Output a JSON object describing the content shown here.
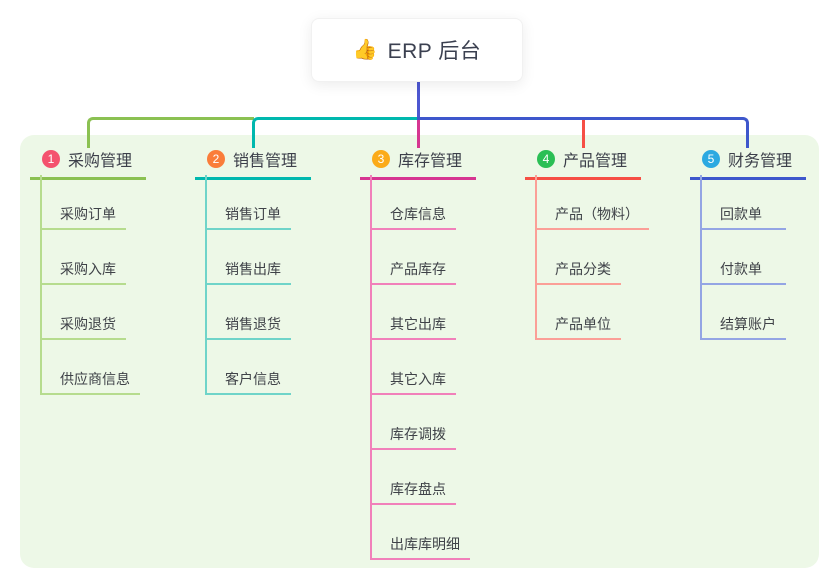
{
  "root": {
    "icon": "👍",
    "title": "ERP 后台"
  },
  "branches": [
    {
      "number": "1",
      "label": "采购管理",
      "badge_color": "#f4526e",
      "line_color": "#8bc152",
      "child_line_color": "#b6dc8e",
      "children": [
        "采购订单",
        "采购入库",
        "采购退货",
        "供应商信息"
      ]
    },
    {
      "number": "2",
      "label": "销售管理",
      "badge_color": "#fa7d3a",
      "line_color": "#00b8ae",
      "child_line_color": "#6fd4c9",
      "children": [
        "销售订单",
        "销售出库",
        "销售退货",
        "客户信息"
      ]
    },
    {
      "number": "3",
      "label": "库存管理",
      "badge_color": "#fbab19",
      "line_color": "#d63691",
      "child_line_color": "#f180ba",
      "children": [
        "仓库信息",
        "产品库存",
        "其它出库",
        "其它入库",
        "库存调拨",
        "库存盘点",
        "出库库明细"
      ]
    },
    {
      "number": "4",
      "label": "产品管理",
      "badge_color": "#2bbf55",
      "line_color": "#f64f45",
      "child_line_color": "#fb9f97",
      "children": [
        "产品（物料）",
        "产品分类",
        "产品单位"
      ]
    },
    {
      "number": "5",
      "label": "财务管理",
      "badge_color": "#2ca9e1",
      "line_color": "#3e57cc",
      "child_line_color": "#94a5e4",
      "children": [
        "回款单",
        "付款单",
        "结算账户"
      ]
    }
  ],
  "colors": {
    "canvas_bg": "#ffffff",
    "panel_bg": "#edf8e7",
    "root_line": "#4d57d1",
    "text": "#3c3f4a"
  }
}
